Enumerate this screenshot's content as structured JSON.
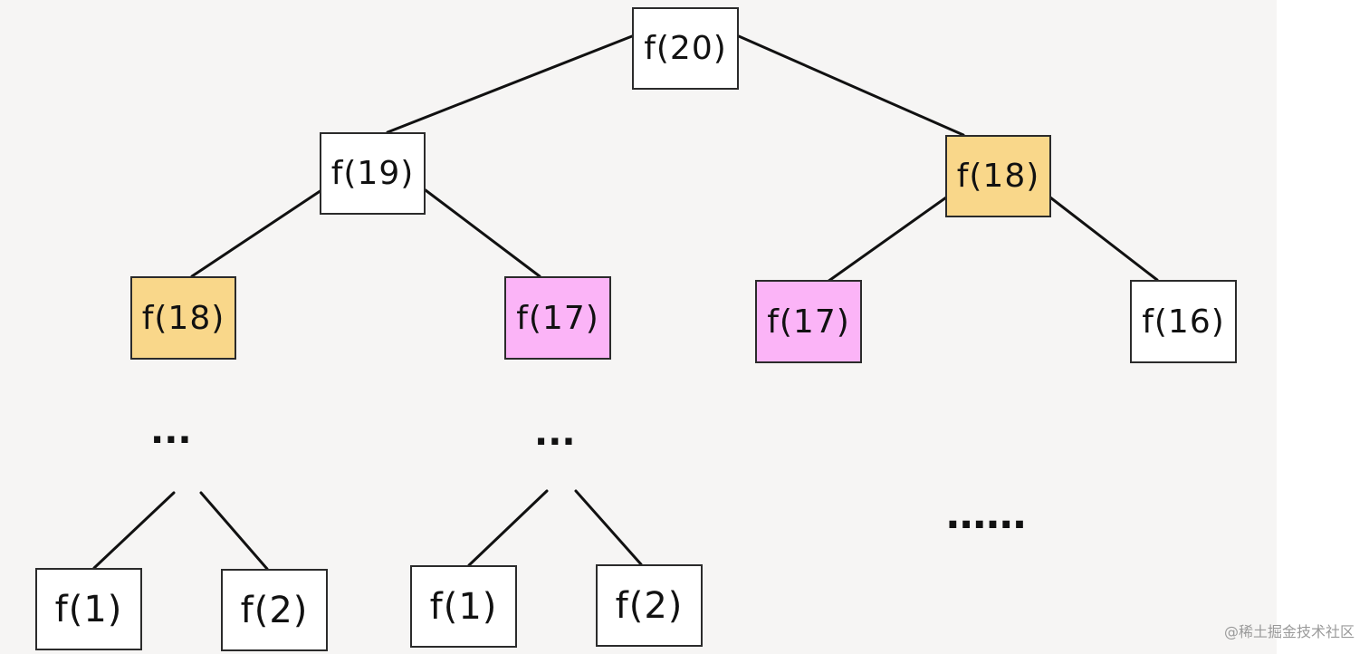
{
  "colors": {
    "plain": "#ffffff",
    "repeat_18": "#f9d78a",
    "repeat_17": "#fbb4f7",
    "line": "#111111"
  },
  "nodes": {
    "f20": "f(20)",
    "f19": "f(19)",
    "f18_right": "f(18)",
    "f18_left": "f(18)",
    "f17_mid": "f(17)",
    "f17_right": "f(17)",
    "f16": "f(16)",
    "f1_a": "f(1)",
    "f2_a": "f(2)",
    "f1_b": "f(1)",
    "f2_b": "f(2)"
  },
  "ellipsis": {
    "left": "···",
    "mid": "···",
    "right": "······"
  },
  "watermark": "@稀土掘金技术社区"
}
